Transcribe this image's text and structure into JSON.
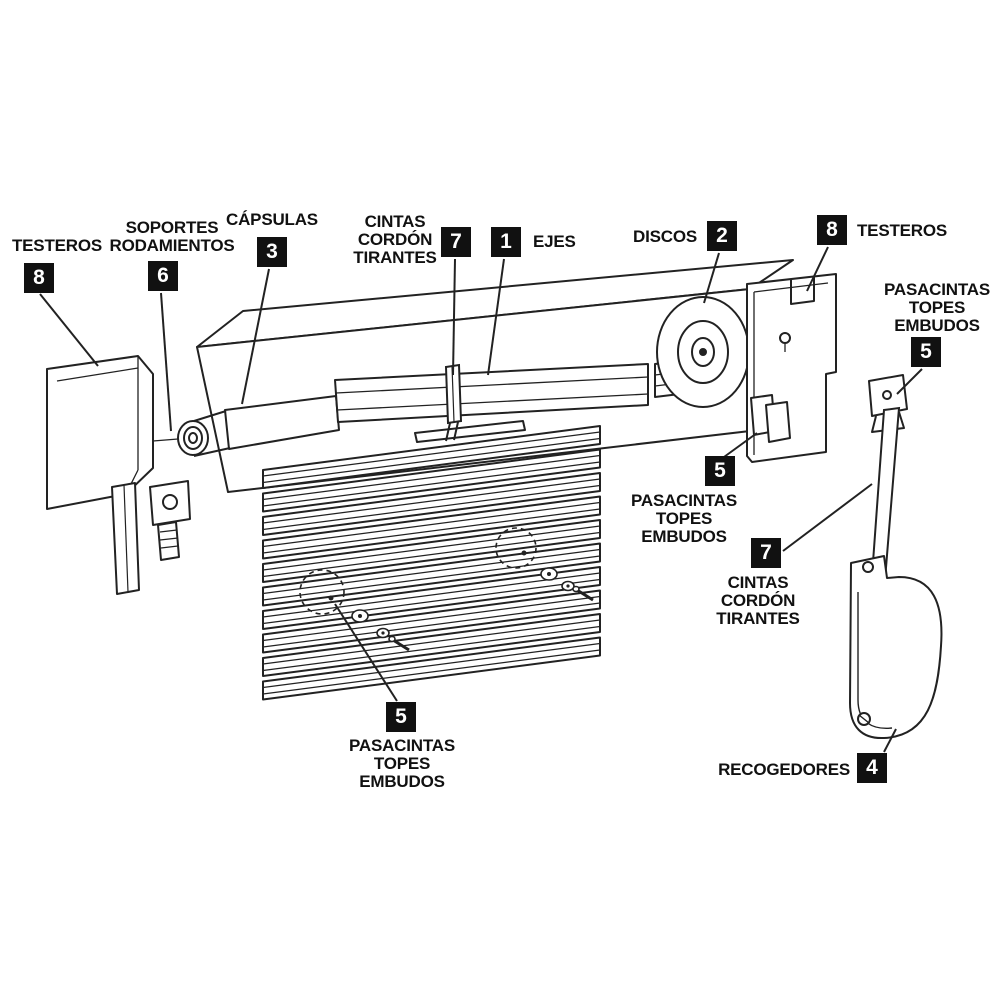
{
  "diagram": {
    "background_color": "#ffffff",
    "line_color": "#222222",
    "badge_bg": "#111111",
    "badge_fg": "#ffffff",
    "labels": {
      "testeros_left": {
        "lines": [
          "TESTEROS"
        ],
        "number": "8"
      },
      "soportes_rodamientos": {
        "lines": [
          "SOPORTES",
          "RODAMIENTOS"
        ],
        "number": "6"
      },
      "capsulas": {
        "lines": [
          "CÁPSULAS"
        ],
        "number": "3"
      },
      "cintas_cordon_tirantes_top": {
        "lines": [
          "CINTAS",
          "CORDÓN",
          "TIRANTES"
        ],
        "number": "7"
      },
      "ejes": {
        "lines": [
          "EJES"
        ],
        "number": "1"
      },
      "discos": {
        "lines": [
          "DISCOS"
        ],
        "number": "2"
      },
      "testeros_right": {
        "lines": [
          "TESTEROS"
        ],
        "number": "8"
      },
      "pasacintas_topes_embudos_right": {
        "lines": [
          "PASACINTAS",
          "TOPES",
          "EMBUDOS"
        ],
        "number": "5"
      },
      "pasacintas_topes_embudos_mid": {
        "lines": [
          "PASACINTAS",
          "TOPES",
          "EMBUDOS"
        ],
        "number": "5"
      },
      "cintas_cordon_tirantes_right": {
        "lines": [
          "CINTAS",
          "CORDÓN",
          "TIRANTES"
        ],
        "number": "7"
      },
      "pasacintas_topes_embudos_bottom": {
        "lines": [
          "PASACINTAS",
          "TOPES",
          "EMBUDOS"
        ],
        "number": "5"
      },
      "recogedores": {
        "lines": [
          "RECOGEDORES"
        ],
        "number": "4"
      }
    }
  }
}
